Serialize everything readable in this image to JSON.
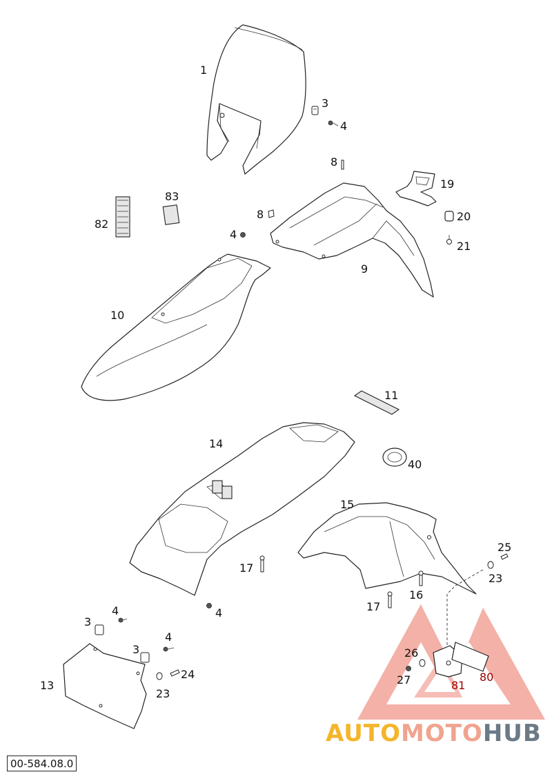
{
  "diagram_code": "00-584.08.0",
  "callouts": {
    "c1": "1",
    "c3a": "3",
    "c4a": "4",
    "c8a": "8",
    "c19": "19",
    "c83": "83",
    "c82": "82",
    "c8b": "8",
    "c20": "20",
    "c4b": "4",
    "c21": "21",
    "c9": "9",
    "c10": "10",
    "c11": "11",
    "c14": "14",
    "c40": "40",
    "c15": "15",
    "c25": "25",
    "c17a": "17",
    "c23a": "23",
    "c16": "16",
    "c17b": "17",
    "c4c": "4",
    "c4d": "4",
    "c3b": "3",
    "c26": "26",
    "c4e": "4",
    "c3c": "3",
    "c24": "24",
    "c27": "27",
    "c80": "80",
    "c81": "81",
    "c13": "13",
    "c23b": "23"
  },
  "watermark": {
    "part1": "AUTO",
    "part2": "MOTO",
    "part3": "HUB",
    "colors": {
      "triangle": "#e8523f",
      "auto": "#f5b52a",
      "moto": "#f0a48f",
      "hub": "#6b7a86"
    }
  }
}
